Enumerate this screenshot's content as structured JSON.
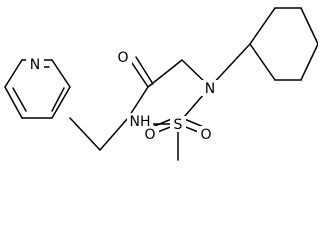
{
  "molecule": {
    "atoms": {
      "pyridine_n": "N",
      "carbonyl_o": "O",
      "sulfonamide_n": "N",
      "amide_nh": "NH",
      "sulfonyl_s": "S",
      "sulfonyl_o_left": "O",
      "sulfonyl_o_right": "O"
    },
    "colors": {
      "bond": "#000000",
      "label": "#000000",
      "background": "#ffffff"
    }
  }
}
